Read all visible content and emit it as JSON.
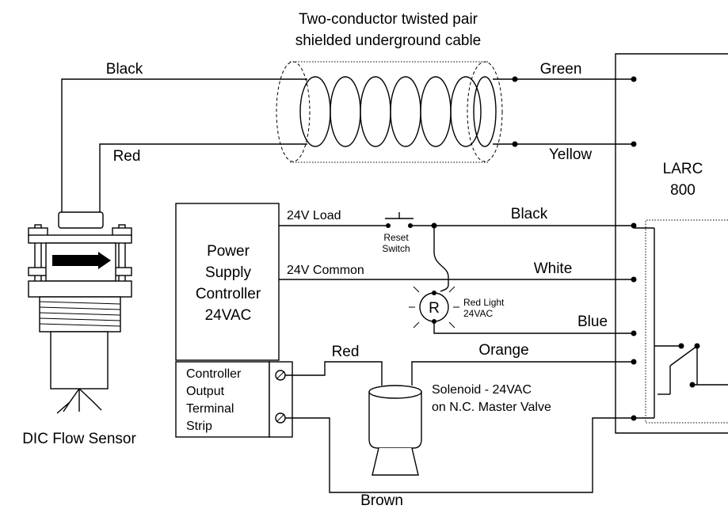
{
  "cable": {
    "label_line1": "Two-conductor twisted pair",
    "label_line2": "shielded underground cable"
  },
  "wires": {
    "black_top": "Black",
    "red_top": "Red",
    "green": "Green",
    "yellow": "Yellow",
    "black_mid": "Black",
    "white": "White",
    "blue": "Blue",
    "red_bottom": "Red",
    "orange": "Orange",
    "brown": "Brown"
  },
  "larc": {
    "line1": "LARC",
    "line2": "800"
  },
  "power_supply": {
    "line1": "Power",
    "line2": "Supply",
    "line3": "Controller",
    "line4": "24VAC",
    "load_label": "24V Load",
    "common_label": "24V Common"
  },
  "reset_switch": {
    "line1": "Reset",
    "line2": "Switch"
  },
  "light": {
    "symbol": "R",
    "line1": "Red Light",
    "line2": "24VAC"
  },
  "terminal_strip": {
    "line1": "Controller",
    "line2": "Output",
    "line3": "Terminal",
    "line4": "Strip"
  },
  "solenoid": {
    "line1": "Solenoid - 24VAC",
    "line2": "on N.C. Master Valve"
  },
  "sensor": {
    "label": "DIC Flow Sensor"
  }
}
